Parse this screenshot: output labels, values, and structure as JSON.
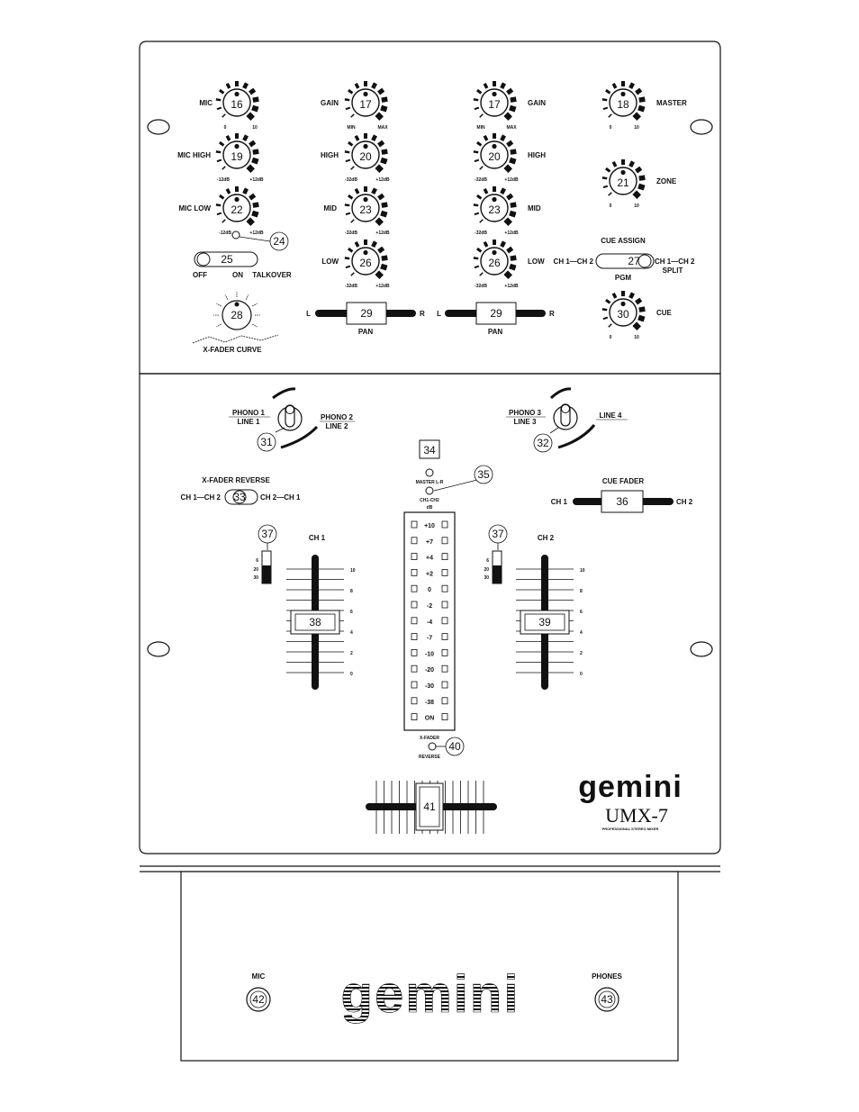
{
  "colors": {
    "ink": "#111111",
    "paper": "#ffffff"
  },
  "top": {
    "mic": {
      "label": "MIC",
      "number": "16",
      "min": "0",
      "max": "10"
    },
    "mic_high": {
      "label": "MIC HIGH",
      "number": "19",
      "min": "-12dB",
      "max": "+12dB"
    },
    "mic_low": {
      "label": "MIC LOW",
      "number": "22",
      "min": "-12dB",
      "max": "+12dB"
    },
    "led24": {
      "number": "24"
    },
    "talkover": {
      "number": "25",
      "off": "OFF",
      "on": "ON",
      "label": "TALKOVER"
    },
    "xcurve": {
      "number": "28",
      "label": "X-FADER CURVE"
    },
    "ch1": {
      "gain": {
        "label": "GAIN",
        "number": "17",
        "min": "MIN",
        "max": "MAX"
      },
      "high": {
        "label": "HIGH",
        "number": "20",
        "min": "-32dB",
        "max": "+12dB"
      },
      "mid": {
        "label": "MID",
        "number": "23",
        "min": "-32dB",
        "max": "+12dB"
      },
      "low": {
        "label": "LOW",
        "number": "26",
        "min": "-32dB",
        "max": "+12dB"
      },
      "pan": {
        "number": "29",
        "l": "L",
        "r": "R",
        "label": "PAN"
      }
    },
    "ch2": {
      "gain": {
        "label": "GAIN",
        "number": "17",
        "min": "MIN",
        "max": "MAX"
      },
      "high": {
        "label": "HIGH",
        "number": "20",
        "min": "-32dB",
        "max": "+12dB"
      },
      "mid": {
        "label": "MID",
        "number": "23",
        "min": "-32dB",
        "max": "+12dB"
      },
      "low": {
        "label": "LOW",
        "number": "26",
        "min": "-32dB",
        "max": "+12dB"
      },
      "pan": {
        "number": "29",
        "l": "L",
        "r": "R",
        "label": "PAN"
      }
    },
    "master": {
      "label": "MASTER",
      "number": "18",
      "min": "0",
      "max": "10"
    },
    "zone": {
      "label": "ZONE",
      "number": "21",
      "min": "0",
      "max": "10"
    },
    "cue_assign": {
      "title": "CUE ASSIGN",
      "number": "27",
      "left": "CH 1—CH 2",
      "right": "CH 1—CH 2",
      "split": "SPLIT",
      "pgm": "PGM"
    },
    "cue": {
      "label": "CUE",
      "number": "30",
      "min": "0",
      "max": "10"
    }
  },
  "bottom": {
    "sel31": {
      "number": "31",
      "a1": "PHONO 1",
      "a2": "LINE 1",
      "b1": "PHONO 2",
      "b2": "LINE 2"
    },
    "sel32": {
      "number": "32",
      "a1": "PHONO 3",
      "a2": "LINE 3",
      "b1": "LINE 4"
    },
    "box34": "34",
    "meter": {
      "number": "35",
      "master": "MASTER L-R",
      "ch": "CH1-CH2",
      "db": "dB",
      "levels": [
        "+10",
        "+7",
        "+4",
        "+2",
        "0",
        "-2",
        "-4",
        "-7",
        "-10",
        "-20",
        "-30",
        "-38",
        "ON"
      ]
    },
    "xrev": {
      "title": "X-FADER REVERSE",
      "number": "33",
      "left": "CH 1—CH 2",
      "right": "CH 2—CH 1"
    },
    "cue_fader": {
      "title": "CUE FADER",
      "number": "36",
      "left": "CH 1",
      "right": "CH 2"
    },
    "ch1": {
      "label": "CH 1",
      "number": "38",
      "curve": "37",
      "curve_marks": [
        "6",
        "20",
        "30"
      ],
      "scale": [
        "10",
        "8",
        "6",
        "4",
        "2",
        "0"
      ]
    },
    "ch2": {
      "label": "CH 2",
      "number": "39",
      "curve": "37",
      "curve_marks": [
        "6",
        "20",
        "30"
      ],
      "scale": [
        "10",
        "8",
        "6",
        "4",
        "2",
        "0"
      ]
    },
    "xrev_led": {
      "number": "40",
      "l1": "X-FADER",
      "l2": "REVERSE"
    },
    "crossfader": "41",
    "brand": "gemini",
    "model": "UMX-7",
    "tagline": "PROFESSIONAL  STEREO  MIXER"
  },
  "front": {
    "mic": {
      "label": "MIC",
      "number": "42"
    },
    "phones": {
      "label": "PHONES",
      "number": "43"
    },
    "brand": "gemini"
  }
}
